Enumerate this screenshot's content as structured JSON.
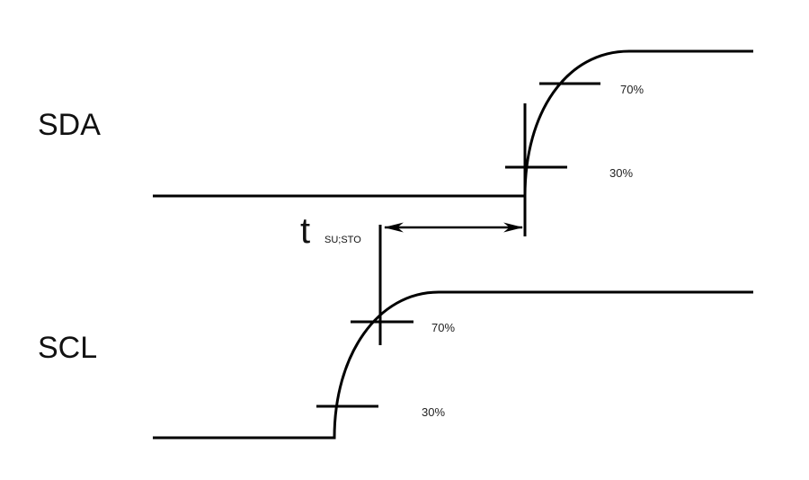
{
  "signals": {
    "sda": {
      "label": "SDA",
      "level_high": "70%",
      "level_low": "30%"
    },
    "scl": {
      "label": "SCL",
      "level_high": "70%",
      "level_low": "30%"
    }
  },
  "timing": {
    "symbol": "t",
    "subscript": "SU;STO"
  },
  "colors": {
    "line": "#000000",
    "background": "#ffffff"
  }
}
